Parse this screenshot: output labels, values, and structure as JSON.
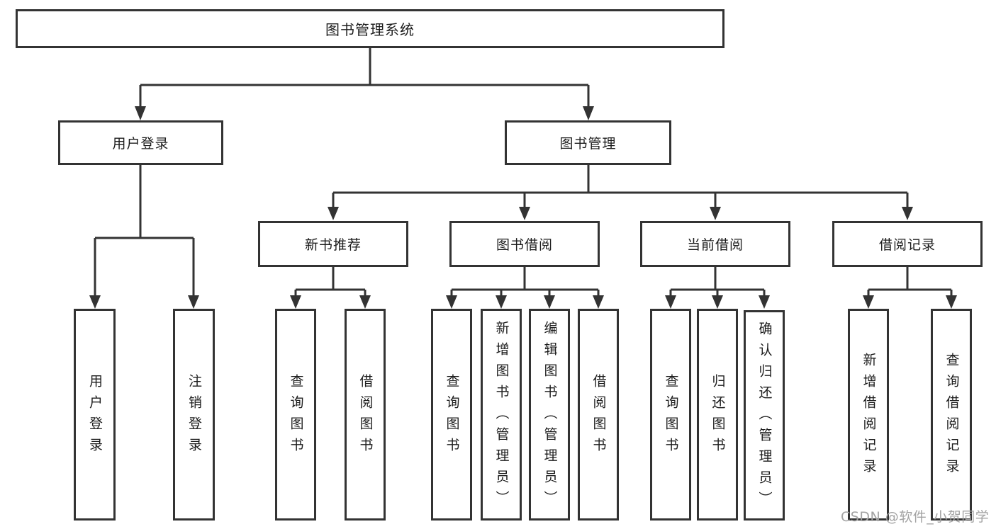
{
  "diagram": {
    "title": "图书管理系统",
    "colors": {
      "line": "#333333",
      "box_border": "#333333",
      "box_fill": "#ffffff",
      "text": "#1c1c1c",
      "watermark": "#a3a3a3",
      "background": "#ffffff"
    },
    "root": {
      "label": "图书管理系统"
    },
    "level2": [
      {
        "label": "用户登录"
      },
      {
        "label": "图书管理"
      }
    ],
    "level3": [
      {
        "label": "新书推荐"
      },
      {
        "label": "图书借阅"
      },
      {
        "label": "当前借阅"
      },
      {
        "label": "借阅记录"
      }
    ],
    "leaves": {
      "user_login": [
        {
          "label": "用户登录"
        },
        {
          "label": "注销登录"
        }
      ],
      "new_books": [
        {
          "label": "查询图书"
        },
        {
          "label": "借阅图书"
        }
      ],
      "book_borrow": [
        {
          "label": "查询图书"
        },
        {
          "label": "新增图书（管理员）"
        },
        {
          "label": "编辑图书（管理员）"
        },
        {
          "label": "借阅图书"
        }
      ],
      "current_borrow": [
        {
          "label": "查询图书"
        },
        {
          "label": "归还图书"
        },
        {
          "label": "确认归还（管理员）"
        }
      ],
      "borrow_records": [
        {
          "label": "新增借阅记录"
        },
        {
          "label": "查询借阅记录"
        }
      ]
    }
  },
  "watermark": {
    "text": "CSDN @软件_小贺同学"
  }
}
